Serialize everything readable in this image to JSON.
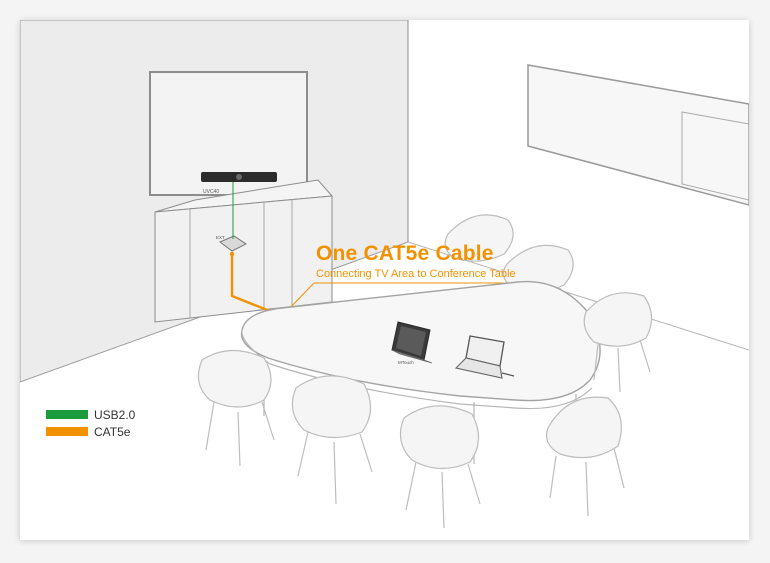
{
  "callout": {
    "title": "One CAT5e Cable",
    "subtitle": "Connecting TV Area to Conference Table"
  },
  "device_labels": {
    "camera_bar": "UVC40",
    "usb_box": "EXT",
    "touch_panel": "MTouch"
  },
  "legend": [
    {
      "label": "USB2.0",
      "color": "#1a9c3e"
    },
    {
      "label": "CAT5e",
      "color": "#f39200"
    }
  ],
  "colors": {
    "usb": "#1a9c3e",
    "cat5e": "#f39200",
    "line_art": "#8c8c8c",
    "wall": "#ececec",
    "furniture": "#f2f2f2"
  }
}
